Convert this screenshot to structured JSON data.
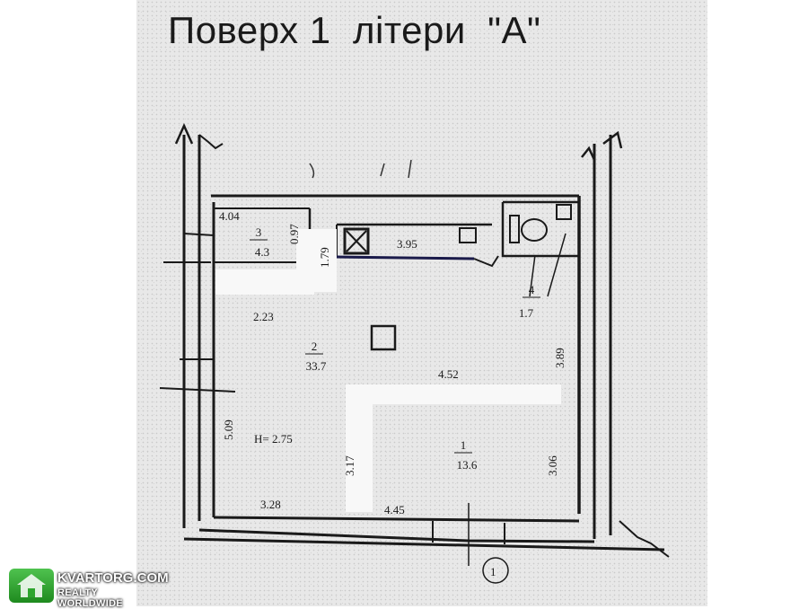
{
  "title": "Поверх 1  літери  \"А\"",
  "rooms": [
    {
      "number": "3",
      "area": "4.3"
    },
    {
      "number": "2",
      "area": "33.7"
    },
    {
      "number": "4",
      "area": "1.7"
    },
    {
      "number": "1",
      "area": "13.6"
    }
  ],
  "dimensions": {
    "d_404": "4.04",
    "d_097": "0.97",
    "d_179": "1.79",
    "d_395": "3.95",
    "d_223": "2.23",
    "d_389": "3.89",
    "d_452": "4.52",
    "d_509": "5.09",
    "d_height": "H= 2.75",
    "d_317": "3.17",
    "d_306": "3.06",
    "d_328": "3.28",
    "d_445": "4.45"
  },
  "watermark": {
    "main": "KVARTORG.COM",
    "sub": "REALTY WORLDWIDE",
    "color": "#2ea52e",
    "icon": "house-icon"
  }
}
